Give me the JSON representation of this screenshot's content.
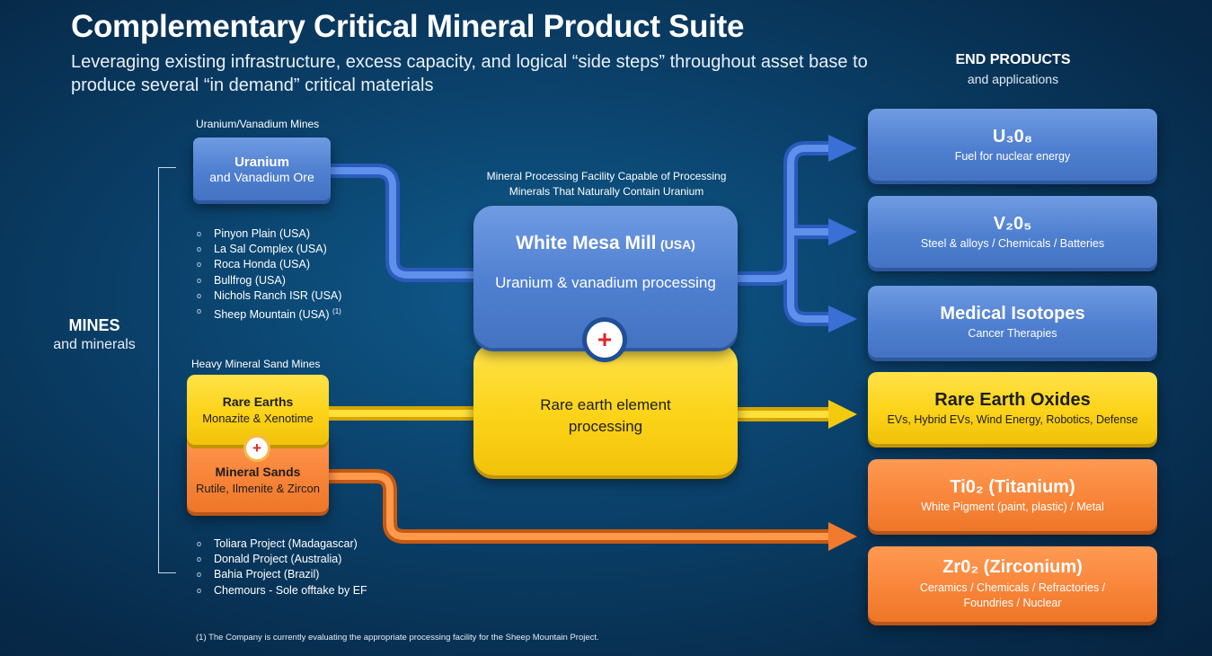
{
  "header": {
    "title": "Complementary Critical Mineral Product Suite",
    "subtitle": "Leveraging existing infrastructure, excess capacity, and logical “side steps” throughout asset base to produce several “in demand” critical materials"
  },
  "end_products": {
    "heading": "END PRODUCTS",
    "subheading": "and applications"
  },
  "mines": {
    "heading": "MINES",
    "subheading": "and minerals"
  },
  "uranium_mines": {
    "caption": "Uranium/Vanadium Mines",
    "box_main": "Uranium",
    "box_sub": "and Vanadium Ore",
    "projects": [
      "Pinyon Plain (USA)",
      "La Sal Complex (USA)",
      "Roca Honda (USA)",
      "Bullfrog (USA)",
      "Nichols Ranch ISR (USA)",
      "Sheep Mountain (USA)"
    ],
    "note_marker": "(1)"
  },
  "sand_mines": {
    "caption": "Heavy Mineral Sand Mines",
    "rare_earths_main": "Rare Earths",
    "rare_earths_sub": "Monazite & Xenotime",
    "mineral_sands_main": "Mineral Sands",
    "mineral_sands_sub": "Rutile, Ilmenite & Zircon",
    "projects": [
      "Toliara Project (Madagascar)",
      "Donald Project (Australia)",
      "Bahia Project (Brazil)",
      "Chemours - Sole offtake by EF"
    ]
  },
  "mill": {
    "caption_line1": "Mineral Processing Facility Capable of Processing",
    "caption_line2": "Minerals That Naturally Contain Uranium",
    "name": "White Mesa Mill",
    "country": "(USA)",
    "uranium_process": "Uranium & vanadium processing",
    "ree_process_line1": "Rare earth element",
    "ree_process_line2": "processing",
    "plus_symbol": "+"
  },
  "products": {
    "u3o8": {
      "main": "U₃0₈",
      "sub": "Fuel for nuclear energy"
    },
    "v2o5": {
      "main": "V₂0₅",
      "sub": "Steel & alloys / Chemicals / Batteries"
    },
    "isotopes": {
      "main": "Medical Isotopes",
      "sub": "Cancer Therapies"
    },
    "reo": {
      "main": "Rare Earth Oxides",
      "sub": "EVs, Hybrid EVs, Wind Energy, Robotics, Defense"
    },
    "tio2": {
      "main": "Ti0₂ (Titanium)",
      "sub": "White Pigment (paint, plastic) / Metal"
    },
    "zro2": {
      "main": "Zr0₂ (Zirconium)",
      "sub_line1": "Ceramics / Chemicals / Refractories /",
      "sub_line2": "Foundries / Nuclear"
    }
  },
  "footnote": "(1) The Company is currently evaluating the appropriate processing facility for the Sheep Mountain Project.",
  "colors": {
    "blue": "#4f7fd0",
    "yellow": "#fcd318",
    "orange": "#f8853a",
    "background": "#0a3f68",
    "plus_red": "#e0252b"
  }
}
